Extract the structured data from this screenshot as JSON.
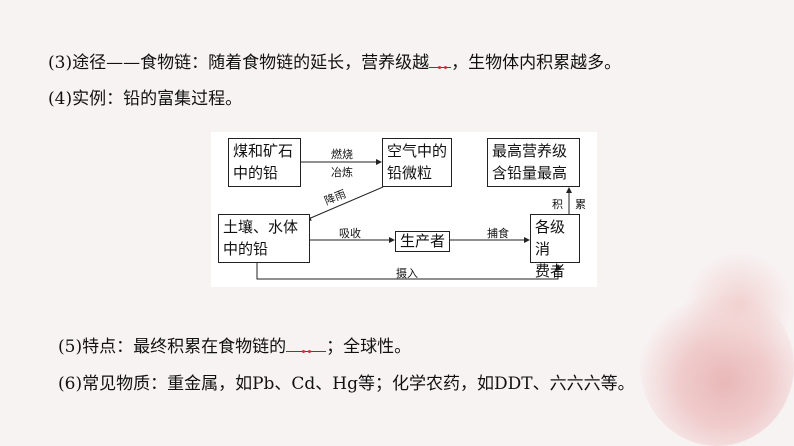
{
  "lines": {
    "l3a": "(3)途径——食物链：随着食物链的延长，营养级越",
    "l3b": "，生物体内积累越多。",
    "l4": "(4)实例：铅的富集过程。",
    "l5a": "(5)特点：最终积累在食物链的",
    "l5b": "；全球性。",
    "l6": "(6)常见物质：重金属，如Pb、Cd、Hg等；化学农药，如DDT、六六六等。"
  },
  "diagram": {
    "coal": [
      "煤和矿石",
      "中的铅"
    ],
    "air": [
      "空气中的",
      "铅微粒"
    ],
    "top": [
      "最高营养级",
      "含铅量最高"
    ],
    "soil": [
      "土壤、水体",
      "中的铅"
    ],
    "producer": "生产者",
    "consumer": [
      "各级消",
      "费者"
    ],
    "burn": [
      "燃烧",
      "冶炼"
    ],
    "rain": "降雨",
    "absorb": "吸收",
    "prey": "捕食",
    "accum": [
      "积",
      "累"
    ],
    "intake": "摄入"
  }
}
